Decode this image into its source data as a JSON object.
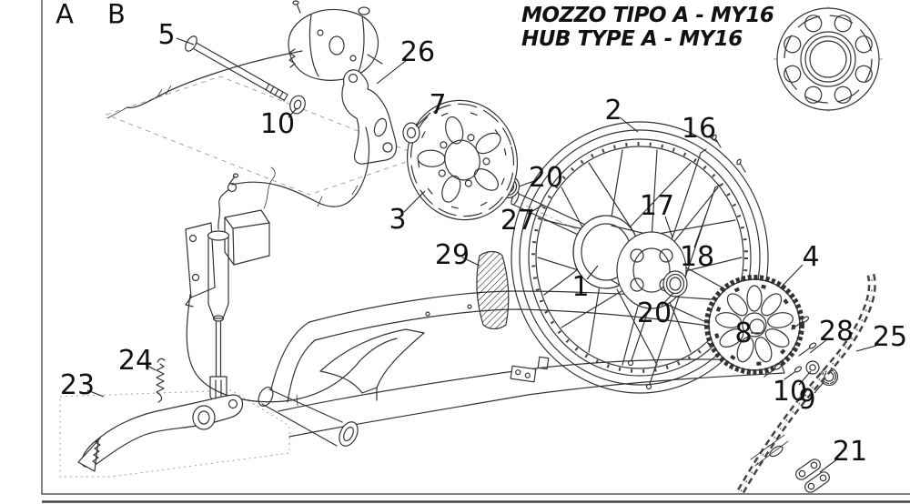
{
  "title": {
    "line1": "MOZZO TIPO A - MY16",
    "line2": "HUB TYPE A - MY16"
  },
  "markers": [
    "A",
    "B"
  ],
  "callouts": [
    {
      "ref": "5"
    },
    {
      "ref": "10"
    },
    {
      "ref": "26"
    },
    {
      "ref": "7"
    },
    {
      "ref": "2"
    },
    {
      "ref": "16"
    },
    {
      "ref": "20"
    },
    {
      "ref": "27"
    },
    {
      "ref": "3"
    },
    {
      "ref": "17"
    },
    {
      "ref": "18"
    },
    {
      "ref": "29"
    },
    {
      "ref": "1"
    },
    {
      "ref": "20"
    },
    {
      "ref": "4"
    },
    {
      "ref": "8"
    },
    {
      "ref": "28"
    },
    {
      "ref": "10"
    },
    {
      "ref": "9"
    },
    {
      "ref": "25"
    },
    {
      "ref": "21"
    },
    {
      "ref": "24"
    },
    {
      "ref": "23"
    }
  ],
  "colors": {
    "line": "#333333",
    "background": "#ffffff"
  }
}
